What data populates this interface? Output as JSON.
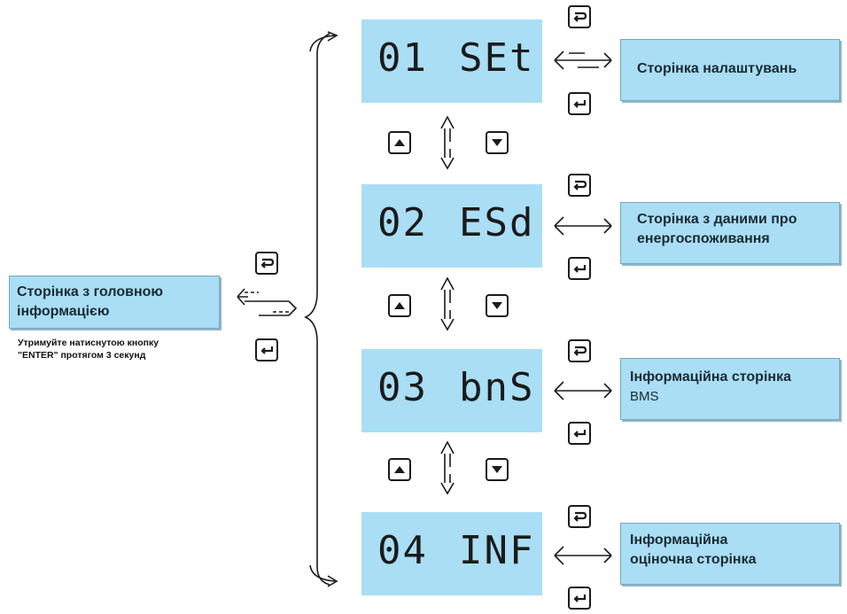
{
  "main_page": {
    "label_line1": "Сторінка з головною",
    "label_line2": "інформацією",
    "note_line1": "Утримуйте натиснутою кнопку",
    "note_line2": "\"ENTER\" протягом 3 секунд"
  },
  "screens": [
    {
      "code": "01",
      "name": "SEt",
      "page_line1": "Сторінка налаштувань",
      "page_line2": ""
    },
    {
      "code": "02",
      "name": "ESd",
      "page_line1": "Сторінка з даними про",
      "page_line2": "енергоспоживання"
    },
    {
      "code": "03",
      "name": "bnS",
      "page_line1": "Інформаційна сторінка",
      "page_line2": "BMS"
    },
    {
      "code": "04",
      "name": "INF",
      "page_line1": "Інформаційна",
      "page_line2": "оціночна сторінка"
    }
  ],
  "icons": {
    "back": "return-icon",
    "enter": "enter-icon",
    "up": "up-arrow-icon",
    "down": "down-arrow-icon"
  },
  "colors": {
    "panel": "#a9def5",
    "ink": "#1b1b1b"
  }
}
